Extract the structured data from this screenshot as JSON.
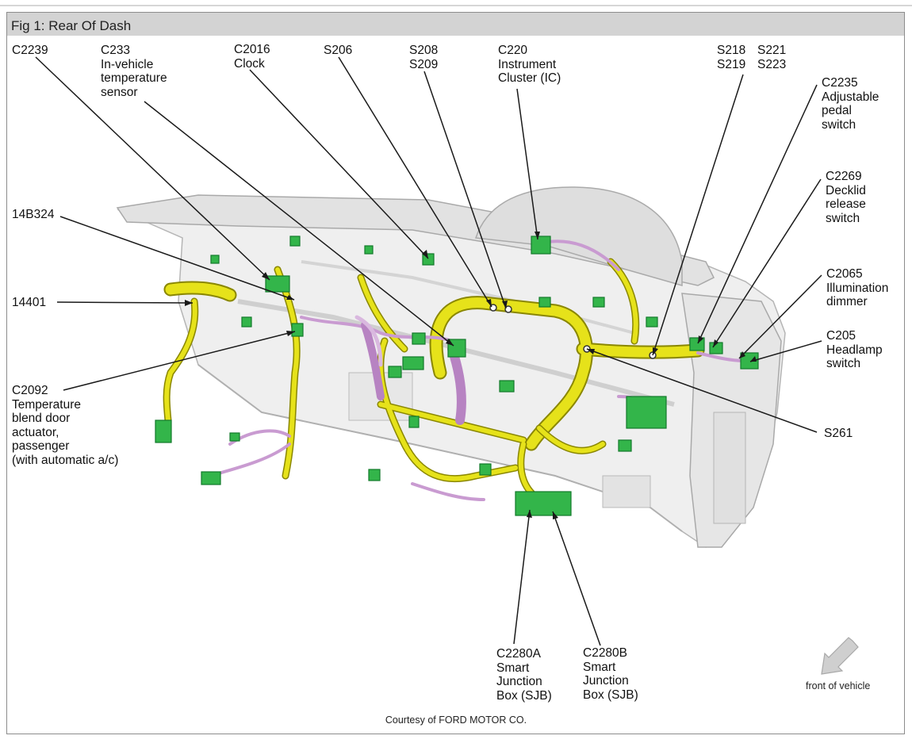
{
  "figure": {
    "caption": "Fig 1: Rear Of Dash",
    "courtesy": "Courtesy of FORD MOTOR CO.",
    "front_of_vehicle": "front of vehicle"
  },
  "callouts": {
    "c2239": [
      "C2239"
    ],
    "c233": [
      "C233",
      "In-vehicle",
      "temperature",
      "sensor"
    ],
    "c2016": [
      "C2016",
      "Clock"
    ],
    "s206": [
      "S206"
    ],
    "s208": [
      "S208",
      "S209"
    ],
    "c220": [
      "C220",
      "Instrument",
      "Cluster (IC)"
    ],
    "s218": [
      "S218",
      "S219"
    ],
    "s221": [
      "S221",
      "S223"
    ],
    "c2235": [
      "C2235",
      "Adjustable",
      "pedal",
      "switch"
    ],
    "c2269": [
      "C2269",
      "Decklid",
      "release",
      "switch"
    ],
    "c2065": [
      "C2065",
      "Illumination",
      "dimmer"
    ],
    "c205": [
      "C205",
      "Headlamp",
      "switch"
    ],
    "s261": [
      "S261"
    ],
    "14b324": [
      "14B324"
    ],
    "14401": [
      "14401"
    ],
    "c2092": [
      "C2092",
      "Temperature",
      "blend door",
      "actuator,",
      "passenger",
      "(with automatic a/c)"
    ],
    "c2280a": [
      "C2280A",
      "Smart",
      "Junction",
      "Box (SJB)"
    ],
    "c2280b": [
      "C2280B",
      "Smart",
      "Junction",
      "Box (SJB)"
    ]
  },
  "colors": {
    "harness": "#e6e21a",
    "harness_dark": "#8a8700",
    "connector": "#33b54a",
    "connector_dark": "#137a2b",
    "pigtail": "#c99bd1",
    "dash_panel": "#ececec",
    "dash_edge": "#a9a9a9"
  }
}
